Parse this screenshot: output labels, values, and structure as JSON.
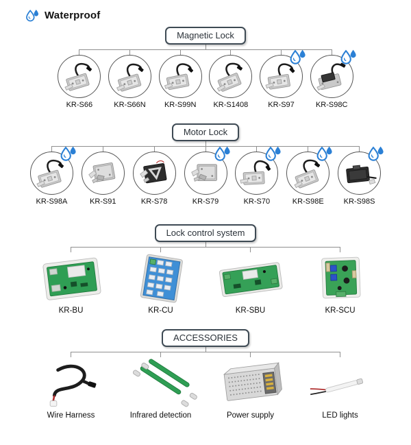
{
  "header": {
    "title": "Waterproof",
    "icon": "waterproof-drop-icon"
  },
  "colors": {
    "accent_blue": "#2b80d5",
    "box_border": "#3e4a54",
    "connector_line": "#8f8f8f",
    "circle_border": "#555555"
  },
  "sections": [
    {
      "title": "Magnetic Lock",
      "items": [
        {
          "label": "KR-S66",
          "waterproof": false
        },
        {
          "label": "KR-S66N",
          "waterproof": false
        },
        {
          "label": "KR-S99N",
          "waterproof": false
        },
        {
          "label": "KR-S1408",
          "waterproof": false
        },
        {
          "label": "KR-S97",
          "waterproof": true
        },
        {
          "label": "KR-S98C",
          "waterproof": true
        }
      ]
    },
    {
      "title": "Motor Lock",
      "items": [
        {
          "label": "KR-S98A",
          "waterproof": true
        },
        {
          "label": "KR-S91",
          "waterproof": false
        },
        {
          "label": "KR-S78",
          "waterproof": false
        },
        {
          "label": "KR-S79",
          "waterproof": true
        },
        {
          "label": "KR-S70",
          "waterproof": true
        },
        {
          "label": "KR-S98E",
          "waterproof": true
        },
        {
          "label": "KR-S98S",
          "waterproof": true
        }
      ]
    },
    {
      "title": "Lock control system",
      "items": [
        {
          "label": "KR-BU"
        },
        {
          "label": "KR-CU"
        },
        {
          "label": "KR-SBU"
        },
        {
          "label": "KR-SCU"
        }
      ]
    },
    {
      "title": "ACCESSORIES",
      "items": [
        {
          "label": "Wire Harness"
        },
        {
          "label": "Infrared detection"
        },
        {
          "label": "Power supply"
        },
        {
          "label": "LED lights"
        }
      ]
    }
  ]
}
